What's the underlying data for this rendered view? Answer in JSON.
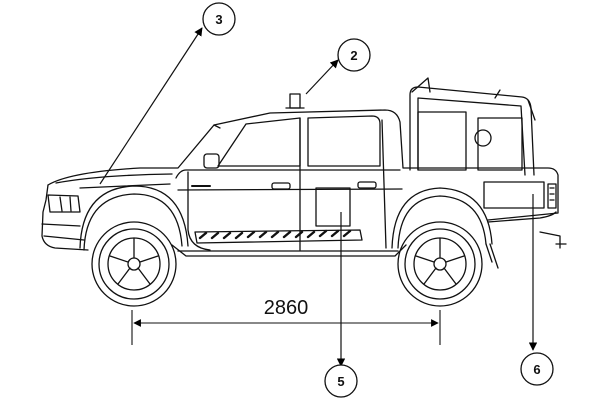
{
  "diagram": {
    "dimension_label": "2860",
    "callouts": {
      "c2": "2",
      "c3": "3",
      "c5": "5",
      "c6": "6"
    }
  }
}
